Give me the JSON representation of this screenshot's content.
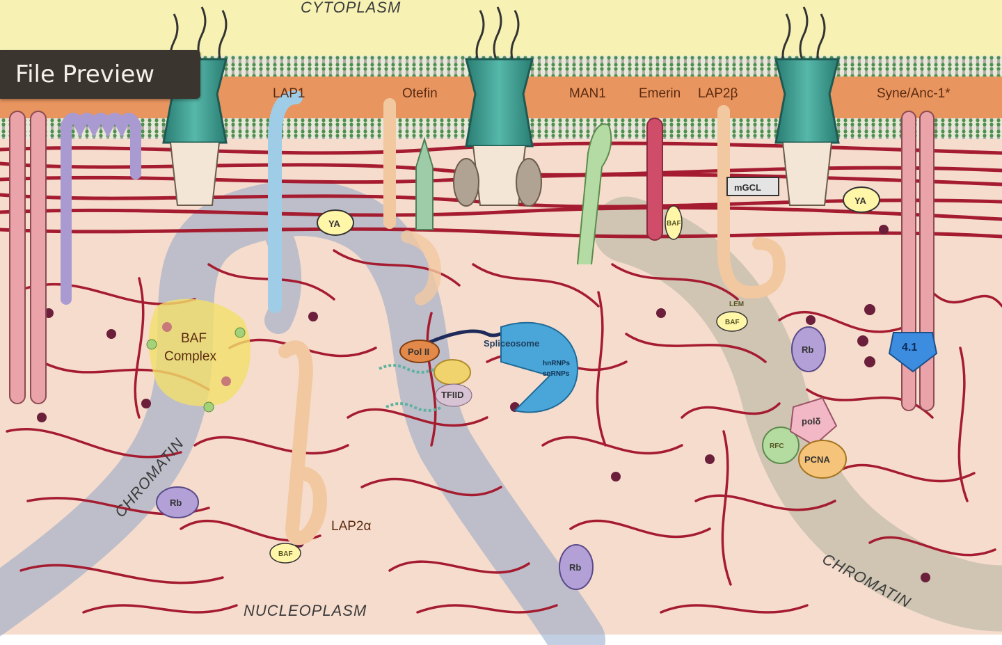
{
  "overlay": {
    "preview_label": "File Preview"
  },
  "regions": {
    "cytoplasm": "CYTOPLASM",
    "nucleoplasm": "NUCLEOPLASM",
    "chromatin_left": "CHROMATIN",
    "chromatin_right": "CHROMATIN"
  },
  "membrane_proteins": {
    "lap1": "LAP1",
    "otefin": "Otefin",
    "man1": "MAN1",
    "emerin": "Emerin",
    "lap2b": "LAP2β",
    "syne": "Syne/Anc-1*"
  },
  "labels": {
    "ya_left": "YA",
    "ya_right": "YA",
    "mgcl": "mGCL",
    "baf_complex_1": "BAF",
    "baf_complex_2": "Complex",
    "pol2": "Pol II",
    "tfiid": "TFIID",
    "spliceosome": "Spliceosome",
    "hnrnps": "hnRNPs",
    "snrnps": "snRNPs",
    "rb_left": "Rb",
    "rb_center": "Rb",
    "rb_right": "Rb",
    "lap2a": "LAP2α",
    "baf_lap2a": "BAF",
    "baf_lap2b": "BAF",
    "baf_emerin": "BAF",
    "band41": "4.1",
    "pold": "polδ",
    "rfc": "RFC",
    "pcna": "PCNA",
    "lem": "LEM"
  },
  "colors": {
    "cytoplasm": "#f7f2b4",
    "nucleoplasm": "#f6dccd",
    "inner_membrane_band": "#e8955f",
    "lamin_fiber": "#a51c30",
    "nuclear_pore": "#3a9b8e",
    "chromatin_blue": "#8fa6c8",
    "chromatin_gray": "#b8b5a2"
  }
}
